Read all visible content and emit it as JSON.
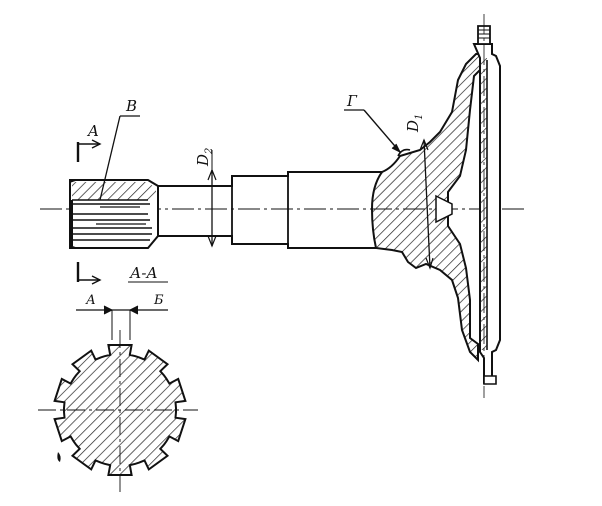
{
  "labels": {
    "section_a": "A",
    "callout_v": "В",
    "callout_g": "Г",
    "dim_d1": "D1",
    "dim_d2": "D2",
    "section_title": "А-А",
    "dim_a": "А",
    "dim_b": "Б"
  },
  "colors": {
    "line": "#111111",
    "hatch": "#222222",
    "background": "#ffffff"
  }
}
